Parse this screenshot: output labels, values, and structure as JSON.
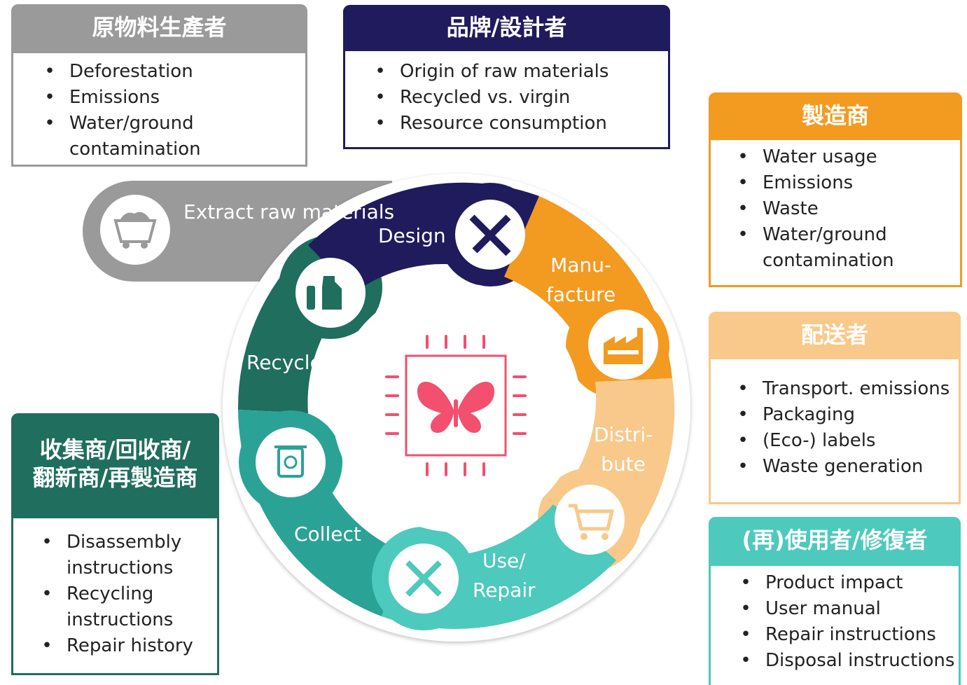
{
  "producer": {
    "title": "原物料生產者",
    "items": [
      "Deforestation",
      "Emissions",
      "Water/ground contamination"
    ],
    "color": "#9a9a9a"
  },
  "brand": {
    "title": "品牌/設計者",
    "items": [
      "Origin of raw materials",
      "Recycled vs. virgin",
      "Resource consumption"
    ],
    "color": "#1f1b5c"
  },
  "manufacturer": {
    "title": "製造商",
    "items": [
      "Water usage",
      "Emissions",
      "Waste",
      "Water/ground contamination"
    ],
    "color": "#f39a20"
  },
  "distributor": {
    "title": "配送者",
    "items": [
      "Transport. emissions",
      "Packaging",
      "(Eco-) labels",
      "Waste generation"
    ],
    "color": "#f8c98a"
  },
  "user": {
    "title": "(再)使用者/修復者",
    "items": [
      "Product impact",
      "User manual",
      "Repair instructions",
      "Disposal instructions"
    ],
    "color": "#4dc9bd"
  },
  "collector": {
    "title_line1": "收集商/回收商/",
    "title_line2": "翻新商/再製造商",
    "items": [
      "Disassembly instructions",
      "Recycling instructions",
      "Repair history"
    ],
    "color": "#1f6e5e"
  },
  "cycle": {
    "extract": "Extract raw materials",
    "design": "Design",
    "manufacture": "Manu-\nfacture",
    "distribute": "Distri-\nbute",
    "use_repair": "Use/\nRepair",
    "collect": "Collect",
    "recycle": "Recycle",
    "center_icon": "butterfly-chip-icon"
  },
  "colors": {
    "extract": "#9a9a9a",
    "design": "#1f1b5c",
    "manufacture": "#f39a20",
    "distribute": "#f8c98a",
    "use_repair": "#4dc9bd",
    "collect": "#2aa396",
    "recycle": "#1f6e5e",
    "center_accent": "#f2506e"
  }
}
